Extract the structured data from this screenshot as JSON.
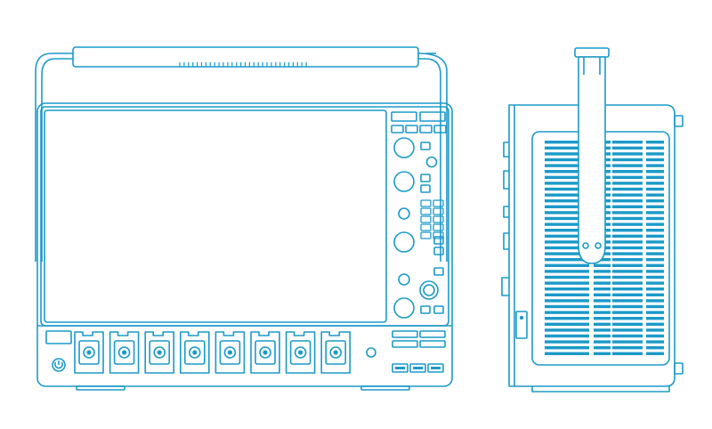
{
  "drawing": {
    "stroke_color": "#1b9ac9",
    "fill_color": "#1b9ac9",
    "background_color": "#ffffff",
    "views": [
      "front-view",
      "side-view"
    ],
    "front": {
      "probe_input_count": 8,
      "touchscreen_display": true,
      "power_button": true,
      "carry_handle": true
    },
    "side": {
      "vent_columns": 4,
      "handle_rotated_upright": true
    }
  }
}
